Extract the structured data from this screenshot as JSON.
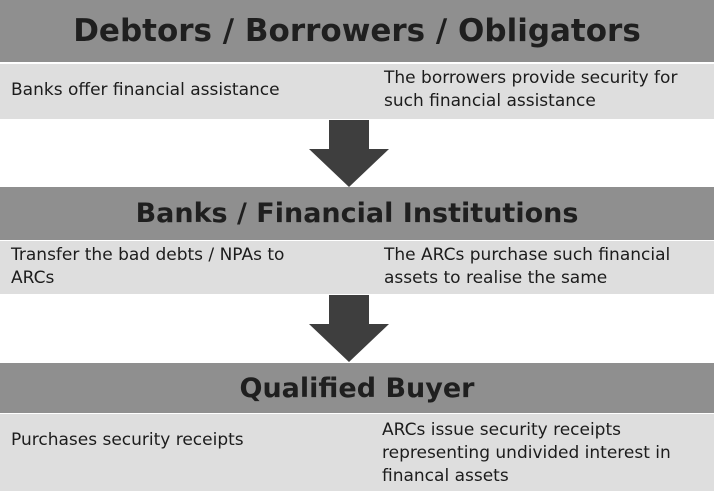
{
  "sections": [
    {
      "title": "Debtors / Borrowers / Obligators",
      "left": "Banks offer financial assistance",
      "right": "The borrowers provide security for such financial assistance"
    },
    {
      "title": "Banks / Financial Institutions",
      "left": "Transfer the bad debts / NPAs to ARCs",
      "right": "The ARCs purchase such financial assets to realise the same"
    },
    {
      "title": "Qualified Buyer",
      "left": "Purchases security receipts",
      "right": "ARCs issue security receipts representing undivided interest in financal assets"
    }
  ],
  "colors": {
    "header_band": "#8f8f8f",
    "detail_band": "#dedede",
    "arrow": "#3e3e3e",
    "text": "#1c1c1c"
  }
}
